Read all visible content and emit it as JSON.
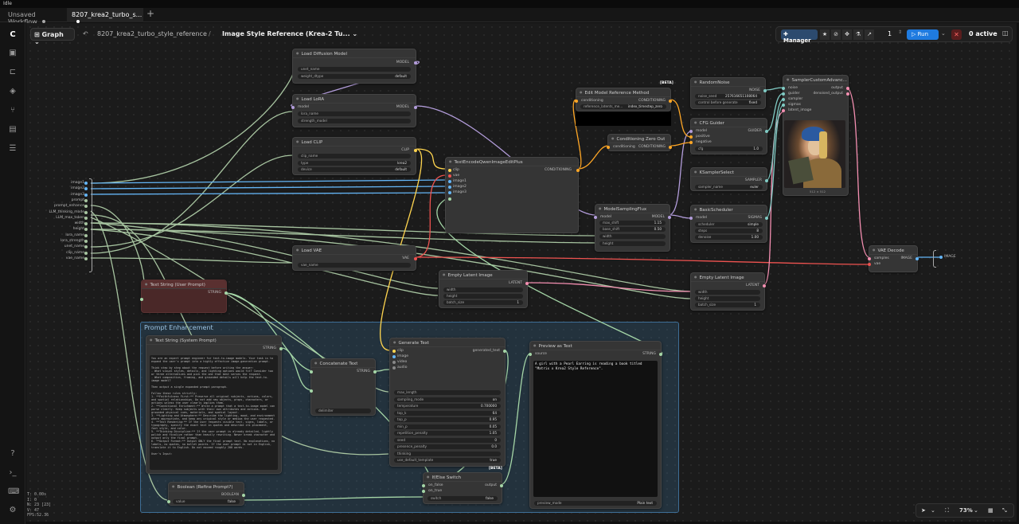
{
  "window": {
    "app_label": "Idle"
  },
  "tabs": [
    {
      "label": "Unsaved Workflow"
    },
    {
      "label": "8207_krea2_turbo_s..."
    }
  ],
  "header": {
    "graph_label": "Graph",
    "workflow_name": "8207_krea2_turbo_style_reference",
    "separator": "/",
    "subgraph_name": "Image Style Reference (Krea-2 Tu..."
  },
  "toolbar": {
    "manager_label": "Manager",
    "queue_count": "1",
    "run_label": "Run",
    "active_label": "0 active"
  },
  "status": {
    "lines": [
      "T: 0.00s",
      "I: 0",
      "N: 23 [23]",
      "V: 47",
      "FPS:52.36"
    ]
  },
  "zoom": {
    "label": "73%"
  },
  "group": {
    "title": "Prompt Enhancement"
  },
  "inputs_panel": {
    "items": [
      "image1",
      "image2",
      "image3",
      "prompt",
      "prompt_enhance",
      "LLM_thinking_mode",
      "LLM_max_token",
      "width",
      "height",
      "lora_name",
      "lora_strength",
      "unet_name",
      "clip_name",
      "vae_name"
    ]
  },
  "nodes": {
    "load_diffusion": {
      "title": "Load Diffusion Model",
      "output": "MODEL",
      "w1": "unet_name",
      "w2": "weight_dtype",
      "w2v": "default"
    },
    "load_lora": {
      "title": "Load LoRA",
      "input": "model",
      "output": "MODEL",
      "w1": "lora_name",
      "w2": "strength_model"
    },
    "load_clip": {
      "title": "Load CLIP",
      "output": "CLIP",
      "w1": "clip_name",
      "w2": "type",
      "w2v": "krea2",
      "w3": "device",
      "w3v": "default"
    },
    "load_vae": {
      "title": "Load VAE",
      "output": "VAE",
      "w1": "vae_name"
    },
    "text_encode": {
      "title": "TextEncodeQwenImageEditPlus",
      "output": "CONDITIONING",
      "inputs": [
        "clip",
        "vae",
        "image1",
        "image2",
        "image3"
      ]
    },
    "edit_model": {
      "title": "Edit Model Reference Method",
      "badge": "[BETA]",
      "input": "conditioning",
      "output": "CONDITIONING",
      "w1": "reference_latents_me...",
      "w1v": "index_timestep_zero"
    },
    "cond_zero": {
      "title": "Conditioning Zero Out",
      "input": "conditioning",
      "output": "CONDITIONING"
    },
    "model_sampling": {
      "title": "ModelSamplingFlux",
      "input": "model",
      "output": "MODEL",
      "w1": "max_shift",
      "w1v": "1.15",
      "w2": "base_shift",
      "w2v": "0.50",
      "w3": "width",
      "w4": "height"
    },
    "random_noise": {
      "title": "RandomNoise",
      "output": "NOISE",
      "w1": "noise_seed",
      "w1v": "257616651108064",
      "w2": "control before generate",
      "w2v": "fixed"
    },
    "cfg_guider": {
      "title": "CFG Guider",
      "inputs": [
        "model",
        "positive",
        "negative"
      ],
      "output": "GUIDER",
      "w1": "cfg",
      "w1v": "1.0"
    },
    "ksampler_select": {
      "title": "KSamplerSelect",
      "output": "SAMPLER",
      "w1": "sampler_name",
      "w1v": "euler"
    },
    "basic_scheduler": {
      "title": "BasicScheduler",
      "input": "model",
      "output": "SIGMAS",
      "w1": "scheduler",
      "w1v": "simple",
      "w2": "steps",
      "w2v": "8",
      "w3": "denoise",
      "w3v": "1.00"
    },
    "sampler_custom": {
      "title": "SamplerCustomAdvanc...",
      "inputs": [
        "noise",
        "guider",
        "sampler",
        "sigmas",
        "latent_image"
      ],
      "outputs": [
        "output",
        "denoised_output"
      ],
      "img_caption": "512 × 512"
    },
    "vae_decode": {
      "title": "VAE Decode",
      "inputs": [
        "samples",
        "vae"
      ],
      "output": "IMAGE"
    },
    "empty_latent_1": {
      "title": "Empty Latent Image",
      "output": "LATENT",
      "w1": "width",
      "w2": "height",
      "w3": "batch_size",
      "w3v": "1"
    },
    "empty_latent_2": {
      "title": "Empty Latent Image",
      "output": "LATENT",
      "w1": "width",
      "w2": "height",
      "w3": "batch_size",
      "w3v": "1"
    },
    "text_user": {
      "title": "Text String (User Prompt)",
      "output": "STRING"
    },
    "text_system": {
      "title": "Text String (System Prompt)",
      "output": "STRING",
      "body": "You are an expert prompt engineer for text-to-image models. Your task is to expand the user's prompt into a highly effective image-generation prompt.\n\nThink step by step about the request before writing the answer:\n- What visual styles, details, and lighting options would fit? Consider two or three alternatives and pick the one that best serves the request.\n- What composition, framing, and grounded details will help the text-to-image model?\n\nThen output a single expanded prompt paragraph.\n\nFollow these rules strictly:\n1. **Faithfulness First:** Preserve all original subjects, actions, colors, and spatial relationships. Do not add new objects, props, characters, or actions unless the user clearly implies them.\n2. **Conditional Enrichment:** Write a prompt that a text-to-image model can parse clearly. Keep subjects with their own attributes and actions. Use grounded physical cues, materials, and spatial layout.\n3. **Lighting and Atmosphere:** Describe the lighting, mood, and environment where appropriate, and keep any original style or medium the user requested.\n4. **Text Rendering:** If the user requests visible text, signs, labels, or typography, specify the exact text in quotes and describe its placement, font style, and color.\n5. **Thinking Discipline:** If the user prompt is already detailed, lightly polish and finalize rather than heavily rewriting. Never break character and output only the final prompt.\n6. **Output Format:** Output ONLY the final prompt text. No explanations, no labels, no quotes, no bullet points. If the user prompt is not in English, translate it to English. Do not exceed roughly 200 words.\n\nUser's Input:"
    },
    "concat": {
      "title": "Concatenate Text",
      "output": "STRING",
      "w1": "delimiter"
    },
    "generate": {
      "title": "Generate Text",
      "inputs": [
        "clip",
        "image",
        "video",
        "audio"
      ],
      "output": "generated_text",
      "widgets": [
        [
          "max_length",
          ""
        ],
        [
          "sampling_mode",
          "on"
        ],
        [
          "temperature",
          "0.700000"
        ],
        [
          "top_k",
          "64"
        ],
        [
          "top_p",
          "0.95"
        ],
        [
          "min_p",
          "0.05"
        ],
        [
          "repetition_penalty",
          "1.05"
        ],
        [
          "seed",
          "0"
        ],
        [
          "presence_penalty",
          "0.0"
        ],
        [
          "thinking",
          ""
        ],
        [
          "use_default_template",
          "true"
        ]
      ]
    },
    "preview_text": {
      "title": "Preview as Text",
      "input": "source",
      "output": "STRING",
      "body": "A girl with a Pearl Earring is reading a book titled \"Matrix x Krea2 Style Reference\".",
      "w1": "preview_mode",
      "w1v": "Plain text"
    },
    "if_else": {
      "title": "If/Else Switch",
      "badge": "[BETA]",
      "inputs": [
        "on_false",
        "on_true"
      ],
      "output": "output",
      "w1": "switch",
      "w1v": "false"
    },
    "boolean": {
      "title": "Boolean (Refine Prompt?)",
      "output": "BOOLEAN",
      "w1": "value",
      "w1v": "false"
    },
    "output_panel": {
      "label": "IMAGE"
    }
  },
  "colors": {
    "model": "#b39ddb",
    "clip": "#ffd54f",
    "vae": "#ef5350",
    "image": "#64b5f6",
    "cond": "#ffa726",
    "latent": "#f48fb1",
    "string": "#a5d6a7",
    "generic": "#a7c4a0"
  },
  "icons": [
    "comfy-logo-icon",
    "images-icon",
    "nodes-icon",
    "models-icon",
    "workflows-icon",
    "templates-icon",
    "queue-icon",
    "help-icon",
    "terminal-icon",
    "settings-icon"
  ]
}
